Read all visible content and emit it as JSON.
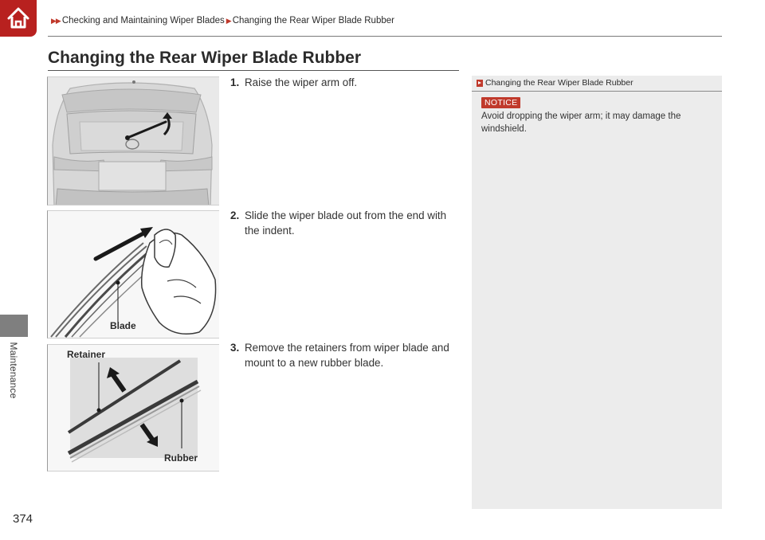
{
  "breadcrumb": {
    "items": [
      "Checking and Maintaining Wiper Blades",
      "Changing the Rear Wiper Blade Rubber"
    ]
  },
  "side_tab": {
    "label": "Maintenance"
  },
  "title": "Changing the Rear Wiper Blade Rubber",
  "steps": [
    {
      "number": "1.",
      "text": "Raise the wiper arm off."
    },
    {
      "number": "2.",
      "text": "Slide the wiper blade out from the end with the indent."
    },
    {
      "number": "3.",
      "text": "Remove the retainers from wiper blade and mount to a new rubber blade."
    }
  ],
  "figures": {
    "fig2_label": "Blade",
    "fig3_label_retainer": "Retainer",
    "fig3_label_rubber": "Rubber"
  },
  "sidebar": {
    "heading": "Changing the Rear Wiper Blade Rubber",
    "notice_label": "NOTICE",
    "text": "Avoid dropping the wiper arm; it may damage the windshield."
  },
  "page_number": "374",
  "colors": {
    "accent": "#c0392b",
    "home_button": "#b8211f",
    "sidebar_bg": "#ececec",
    "side_tab": "#7f7f7f"
  },
  "icons": [
    "home-icon",
    "breadcrumb-arrow-icon",
    "sidebar-reference-icon"
  ]
}
